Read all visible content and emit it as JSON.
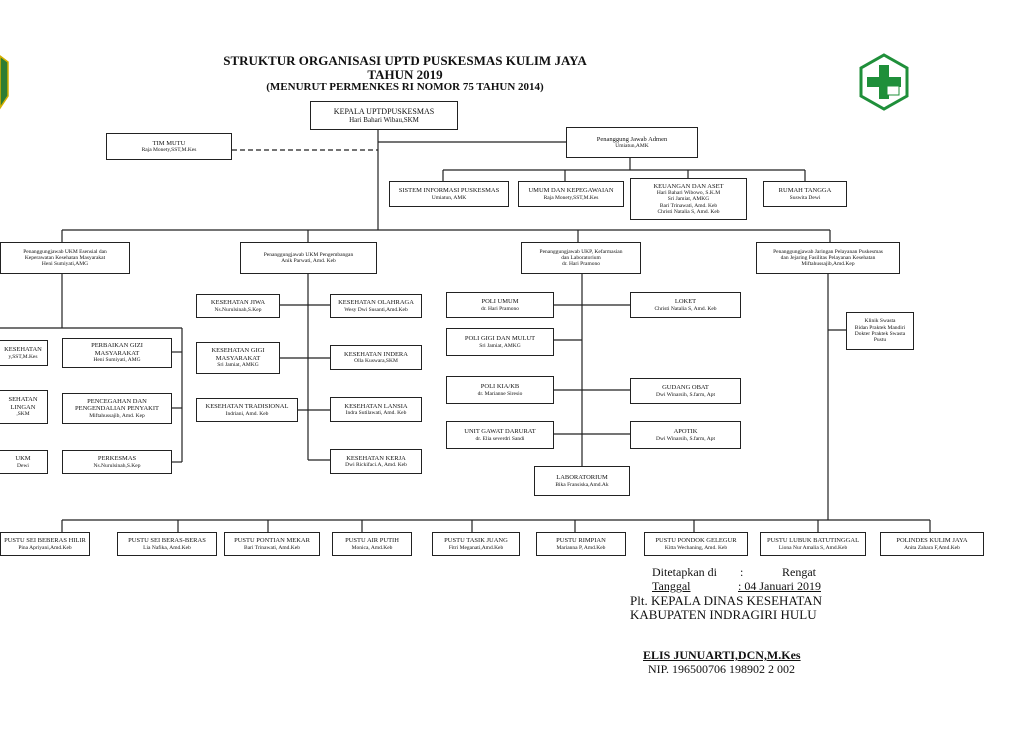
{
  "header": {
    "title_line1": "STRUKTUR ORGANISASI  UPTD PUSKESMAS KULIM JAYA",
    "title_line2": "TAHUN 2019",
    "title_line3": "(MENURUT PERMENKES RI NOMOR 75 TAHUN 2014)"
  },
  "kepala": {
    "title": "KEPALA UPTDPUSKESMAS",
    "name": "Hari Bahari Wibau,SKM"
  },
  "tim_mutu": {
    "title": "TIM MUTU",
    "name": "Raja Monety,SST,M.Kes"
  },
  "pj_admen": {
    "title": "Penanggung Jawab Admen",
    "name": "Umiatun,AMK"
  },
  "admin_units": [
    {
      "title": "SISTEM INFORMASI PUSKESMAS",
      "name": "Umiatun, AMK"
    },
    {
      "title": "UMUM DAN KEPEGAWAIAN",
      "name": "Raja Monety,SST,M.Kes"
    },
    {
      "title": "KEUANGAN DAN ASET",
      "name": "Hari Bahari Wibowo, S.K.M",
      "name2": "Sri Jamiat, AMKG",
      "name3": "Bari Trinawati, Amd. Keb",
      "name4": "Christi Natalia S, Amd. Keb"
    },
    {
      "title": "RUMAH TANGGA",
      "name": "Suswita Dewi"
    }
  ],
  "pj_ukm_esensial": {
    "title": "Penanggungjawab UKM Esensial dan",
    "title2": "Keperawatan Kesehatan Masyarakat",
    "name": "Heni Sumiyati,AMG"
  },
  "pj_ukm_pengembangan": {
    "title": "Penanggungjawab UKM Pengembangan",
    "name": "Anik Parwati, Amd. Keb"
  },
  "pj_ukp": {
    "title": "Penanggungjawab UKP, Kefarmasian",
    "title2": "dan Laboratorium",
    "name": "dr. Hari Pramono"
  },
  "pj_jaringan": {
    "title": "Penanggungjawab Jaringan Pelayanan Puskesmas",
    "title2": "dan Jejaring Fasilitas Pelayanan Kesehatan",
    "name": "Miftahussajib,Amd.Kep"
  },
  "esensial_units": [
    {
      "title": "KESEHATAN",
      "name": "y,SST,M.Kes"
    },
    {
      "title": "PERBAIKAN GIZI",
      "title2": "MASYARAKAT",
      "name": "Heni Sumiyati, AMG"
    },
    {
      "title": "SEHATAN",
      "title2": "LINGAN",
      "name": ",SKM"
    },
    {
      "title": "PENCEGAHAN DAN",
      "title2": "PENGENDALIAN PENYAKIT",
      "name": "Miftahussajib, Amd. Kep"
    },
    {
      "title": "UKM",
      "name": "Dewi"
    },
    {
      "title": "PERKESMAS",
      "name": "Ns.Nurulsinah,S.Kep"
    }
  ],
  "pengembangan_units": [
    {
      "title": "KESEHATAN JIWA",
      "name": "Ns.Nurulsinah,S.Kep"
    },
    {
      "title": "KESEHATAN OLAHRAGA",
      "name": "Wesy Dwi Susanti,Amd.Keb"
    },
    {
      "title": "KESEHATAN GIGI",
      "title2": "MASYARAKAT",
      "name": "Sri Jamiat, AMKG"
    },
    {
      "title": "KESEHATAN INDERA",
      "name": "Olla Kuswara,SKM"
    },
    {
      "title": "KESEHATAN TRADISIONAL",
      "name": "Indriani, Amd. Keb"
    },
    {
      "title": "KESEHATAN LANSIA",
      "name": "Indra Sutilawati, Amd. Keb"
    },
    {
      "title": "KESEHATAN KERJA",
      "name": "Dwi Rickifaci.A, Amd. Keb"
    }
  ],
  "ukp_units": [
    {
      "title": "POLI UMUM",
      "name": "dr. Hari Pramono"
    },
    {
      "title": "LOKET",
      "name": "Christi Natalia S, Amd. Keb"
    },
    {
      "title": "POLI GIGI DAN MULUT",
      "name": "Sri Jamiat, AMKG"
    },
    {
      "title": "POLI KIA/KB",
      "name": "dr. Marianne Siresio"
    },
    {
      "title": "GUDANG OBAT",
      "name": "Dwi Winarsih, S.farm, Apt"
    },
    {
      "title": "UNIT GAWAT DARURAT",
      "name": "dr. Elia severdri Sandi"
    },
    {
      "title": "APOTIK",
      "name": "Dwi Winarsih, S.farm, Apt"
    },
    {
      "title": "LABORATORIUM",
      "name": "Bika Fransiska,Amd.Ak"
    }
  ],
  "jejaring": {
    "title": "Klinik Swasta",
    "line2": "Bidan Praktek Mandiri",
    "line3": "Dokter Praktek Swasta",
    "line4": "Pustu"
  },
  "pustu": [
    {
      "title": "PUSTU SEI BEBERAS HILIR",
      "name": "Pina Apriyani,Amd.Keb"
    },
    {
      "title": "PUSTU SEI BERAS-BERAS",
      "name": "Lia Nafika, Amd.Keb"
    },
    {
      "title": "PUSTU PONTIAN MEKAR",
      "name": "Bari Trinawati, Amd.Keb"
    },
    {
      "title": "PUSTU AIR PUTIH",
      "name": "Monica, Amd.Keb"
    },
    {
      "title": "PUSTU TASIK JUANG",
      "name": "Fitri Meganati,Amd.Keb"
    },
    {
      "title": "PUSTU RIMPIAN",
      "name": "Marianna P, Amd.Keb"
    },
    {
      "title": "PUSTU PONDOK GELEGUR",
      "name": "Kitta Wechaning, Amd. Keb"
    },
    {
      "title": "PUSTU LUBUK BATUTINGGAL",
      "name": "Liona Nur Amalia S, Amd.Keb"
    },
    {
      "title": "POLINDES KULIM JAYA",
      "name": "Anita Zahara F,Amd.Keb"
    }
  ],
  "signature": {
    "ditetapkan_label": "Ditetapkan di",
    "colon1": ":",
    "ditetapkan_value": "Rengat",
    "tanggal_label": "Tanggal",
    "tanggal_value": ": 04 Januari 2019",
    "office_line1": "Plt. KEPALA DINAS KESEHATAN",
    "office_line2": "KABUPATEN INDRAGIRI HULU",
    "official_name": "ELIS JUNUARTI,DCN,M.Kes",
    "nip": "NIP. 196500706 198902 2 002"
  },
  "colors": {
    "logo_green": "#1f8f3a",
    "emblem_green": "#2e7d32",
    "emblem_yellow": "#d4b000",
    "line": "#222222"
  }
}
